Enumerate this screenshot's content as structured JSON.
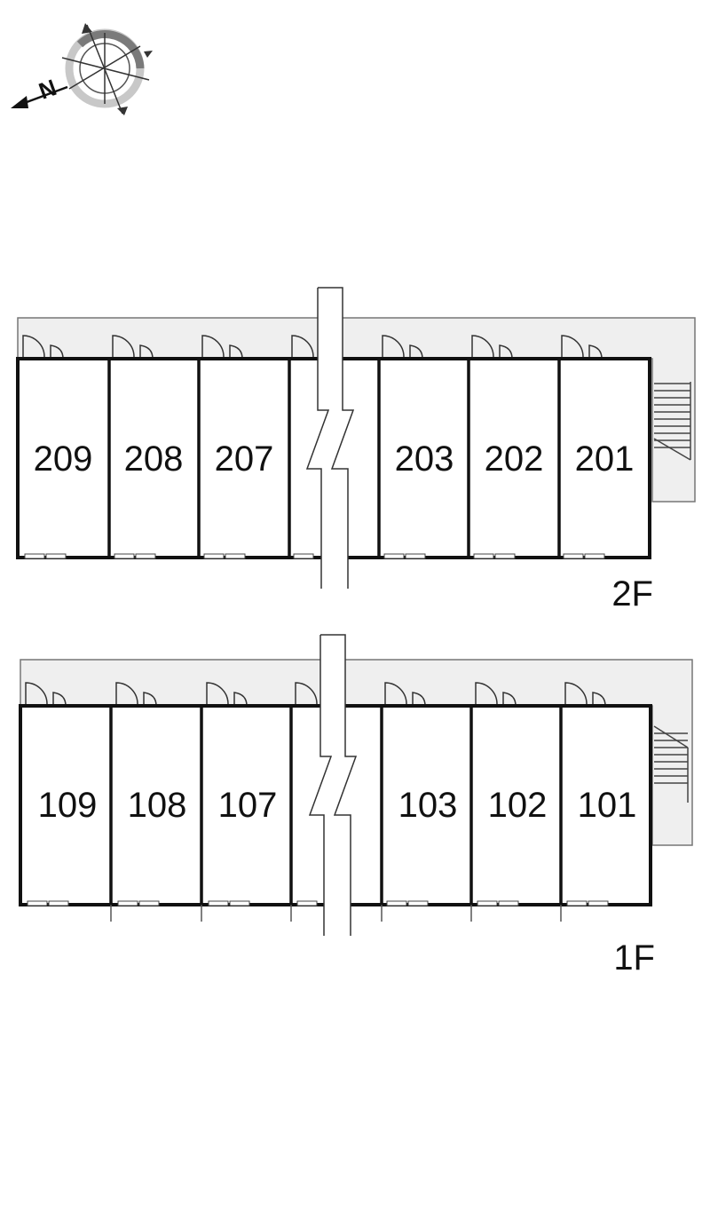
{
  "compass": {
    "north_label": "N",
    "icon": "compass-rose-icon"
  },
  "floors": [
    {
      "label": "2F",
      "units": [
        "209",
        "208",
        "207",
        "",
        "203",
        "202",
        "201"
      ]
    },
    {
      "label": "1F",
      "units": [
        "109",
        "108",
        "107",
        "",
        "103",
        "102",
        "101"
      ]
    }
  ],
  "colors": {
    "corridor": "#efefef",
    "wall": "#111111",
    "line": "#555555"
  }
}
